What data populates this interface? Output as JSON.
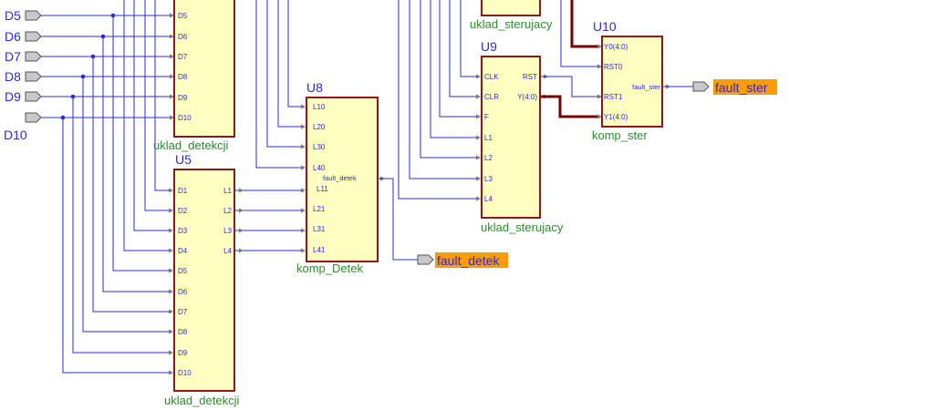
{
  "inputs": [
    "D5",
    "D6",
    "D7",
    "D8",
    "D9",
    "D10"
  ],
  "blocks": {
    "top_detekcji": {
      "ref": "",
      "name": "uklad_detekcji",
      "pins_left": [
        "D5",
        "D6",
        "D7",
        "D8",
        "D9",
        "D10"
      ],
      "pins_right": []
    },
    "u5": {
      "ref": "U5",
      "name": "uklad_detekcji",
      "pins_left": [
        "D1",
        "D2",
        "D3",
        "D4",
        "D5",
        "D6",
        "D7",
        "D8",
        "D9",
        "D10"
      ],
      "pins_right": [
        "L1",
        "L2",
        "L3",
        "L4"
      ]
    },
    "u8": {
      "ref": "U8",
      "name": "komp_Detek",
      "pins_left": [
        "L10",
        "L20",
        "L30",
        "L40",
        "L11",
        "L21",
        "L31",
        "L41"
      ],
      "pins_right": [
        "fault_detek"
      ]
    },
    "top_sterujacy": {
      "ref": "",
      "name": "uklad_sterujacy",
      "pins_left": [],
      "pins_right": []
    },
    "u9": {
      "ref": "U9",
      "name": "uklad_sterujacy",
      "pins_left": [
        "CLK",
        "CLR",
        "F",
        "L1",
        "L2",
        "L3",
        "L4"
      ],
      "pins_right": [
        "RST",
        "Y(4:0)"
      ]
    },
    "u10": {
      "ref": "U10",
      "name": "komp_ster",
      "pins_left": [
        "Y0(4:0)",
        "RST0",
        "RST1",
        "Y1(4:0)"
      ],
      "pins_right": [
        "fault_ster"
      ]
    }
  },
  "outputs": [
    "fault_detek",
    "fault_ster"
  ],
  "colors": {
    "wire": "#2b2bd6",
    "bus": "#7a0000",
    "block_fill": "#ffffc0",
    "block_border": "#8b1a1a",
    "ref_text": "#2b2bd6",
    "name_text": "#2e8b2e",
    "port_fill": "#c8c8c8",
    "output_label_bg": "#ff9a00"
  }
}
